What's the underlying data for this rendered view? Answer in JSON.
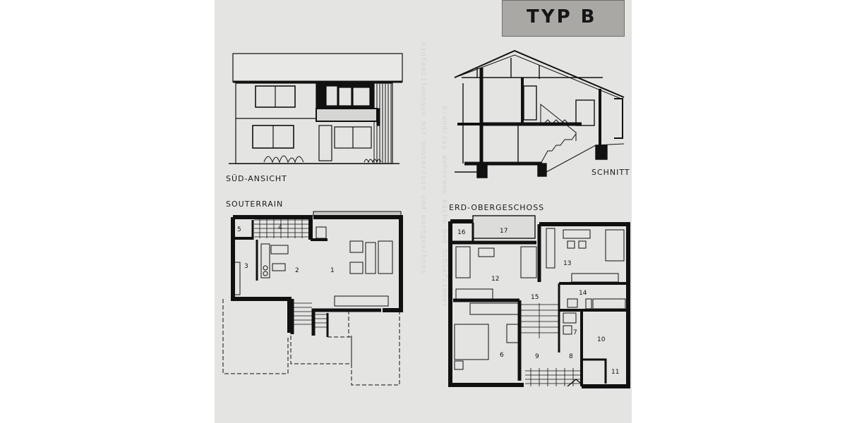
{
  "badge": {
    "label": "TYP B"
  },
  "labels": {
    "elevation": "SÜD-ANSICHT",
    "section": "SCHNITT",
    "basement": "SOUTERRAIN",
    "upper_floors": "ERD-OBERGESCHOSS"
  },
  "rooms": {
    "basement": [
      "1",
      "2",
      "3",
      "4",
      "5"
    ],
    "upper": [
      "6",
      "7",
      "8",
      "9",
      "10",
      "11",
      "12",
      "13",
      "14",
      "15",
      "16",
      "17"
    ]
  }
}
